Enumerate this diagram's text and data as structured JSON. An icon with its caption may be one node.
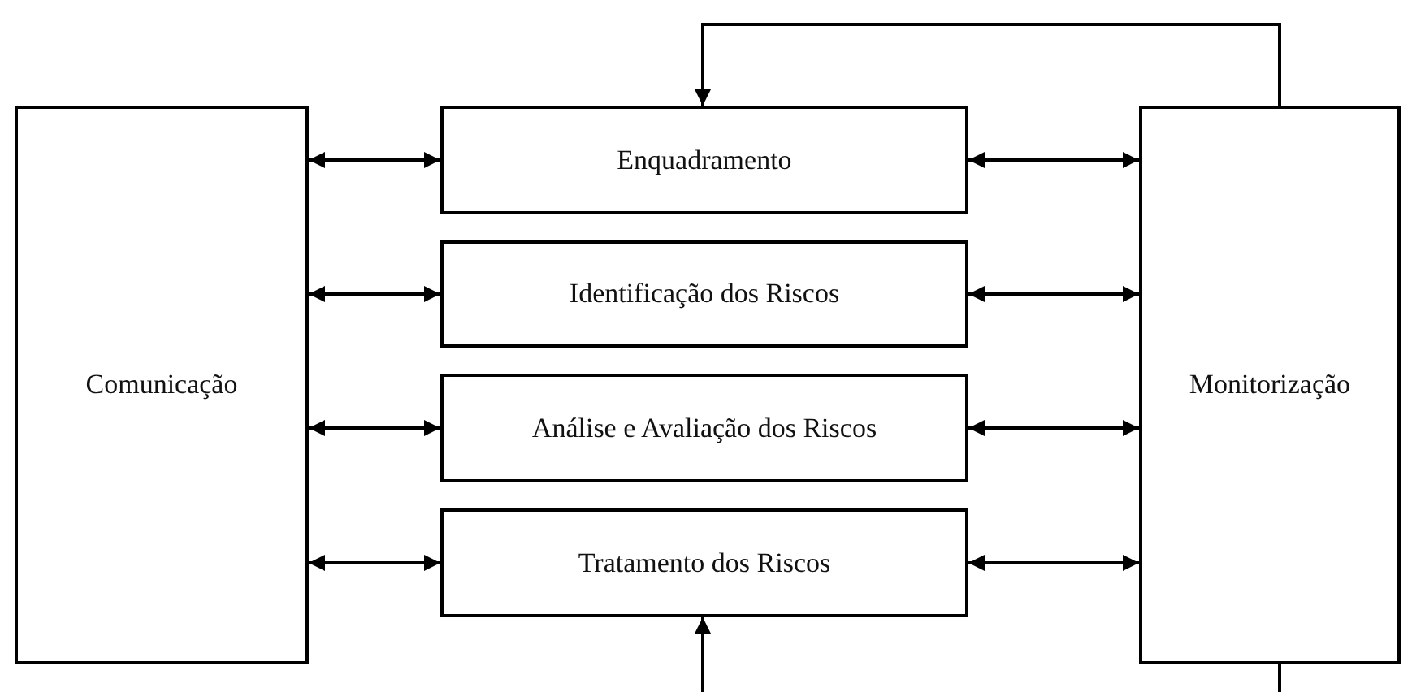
{
  "diagram": {
    "nodes": [
      {
        "text": [
          "Comunicação"
        ]
      },
      {
        "text": [
          "Enquadramento"
        ]
      },
      {
        "text": [
          "Identificação dos Riscos"
        ]
      },
      {
        "text": [
          "Análise e Avaliação dos Riscos"
        ]
      },
      {
        "text": [
          "Tratamento dos Riscos"
        ]
      },
      {
        "text": [
          "Monitorização"
        ]
      }
    ],
    "edges": [
      {
        "from": 0,
        "to": 1,
        "arrow": "both"
      },
      {
        "from": 0,
        "to": 2,
        "arrow": "both"
      },
      {
        "from": 0,
        "to": 3,
        "arrow": "both"
      },
      {
        "from": 0,
        "to": 4,
        "arrow": "both"
      },
      {
        "from": 1,
        "to": 5,
        "arrow": "both"
      },
      {
        "from": 2,
        "to": 5,
        "arrow": "both"
      },
      {
        "from": 3,
        "to": 5,
        "arrow": "both"
      },
      {
        "from": 4,
        "to": 5,
        "arrow": "both"
      },
      {
        "from": 5,
        "to": 1,
        "arrow": "to"
      },
      {
        "from": 5,
        "to": null,
        "arrow": "none"
      },
      {
        "from": null,
        "to": 4,
        "arrow": "to"
      }
    ]
  }
}
